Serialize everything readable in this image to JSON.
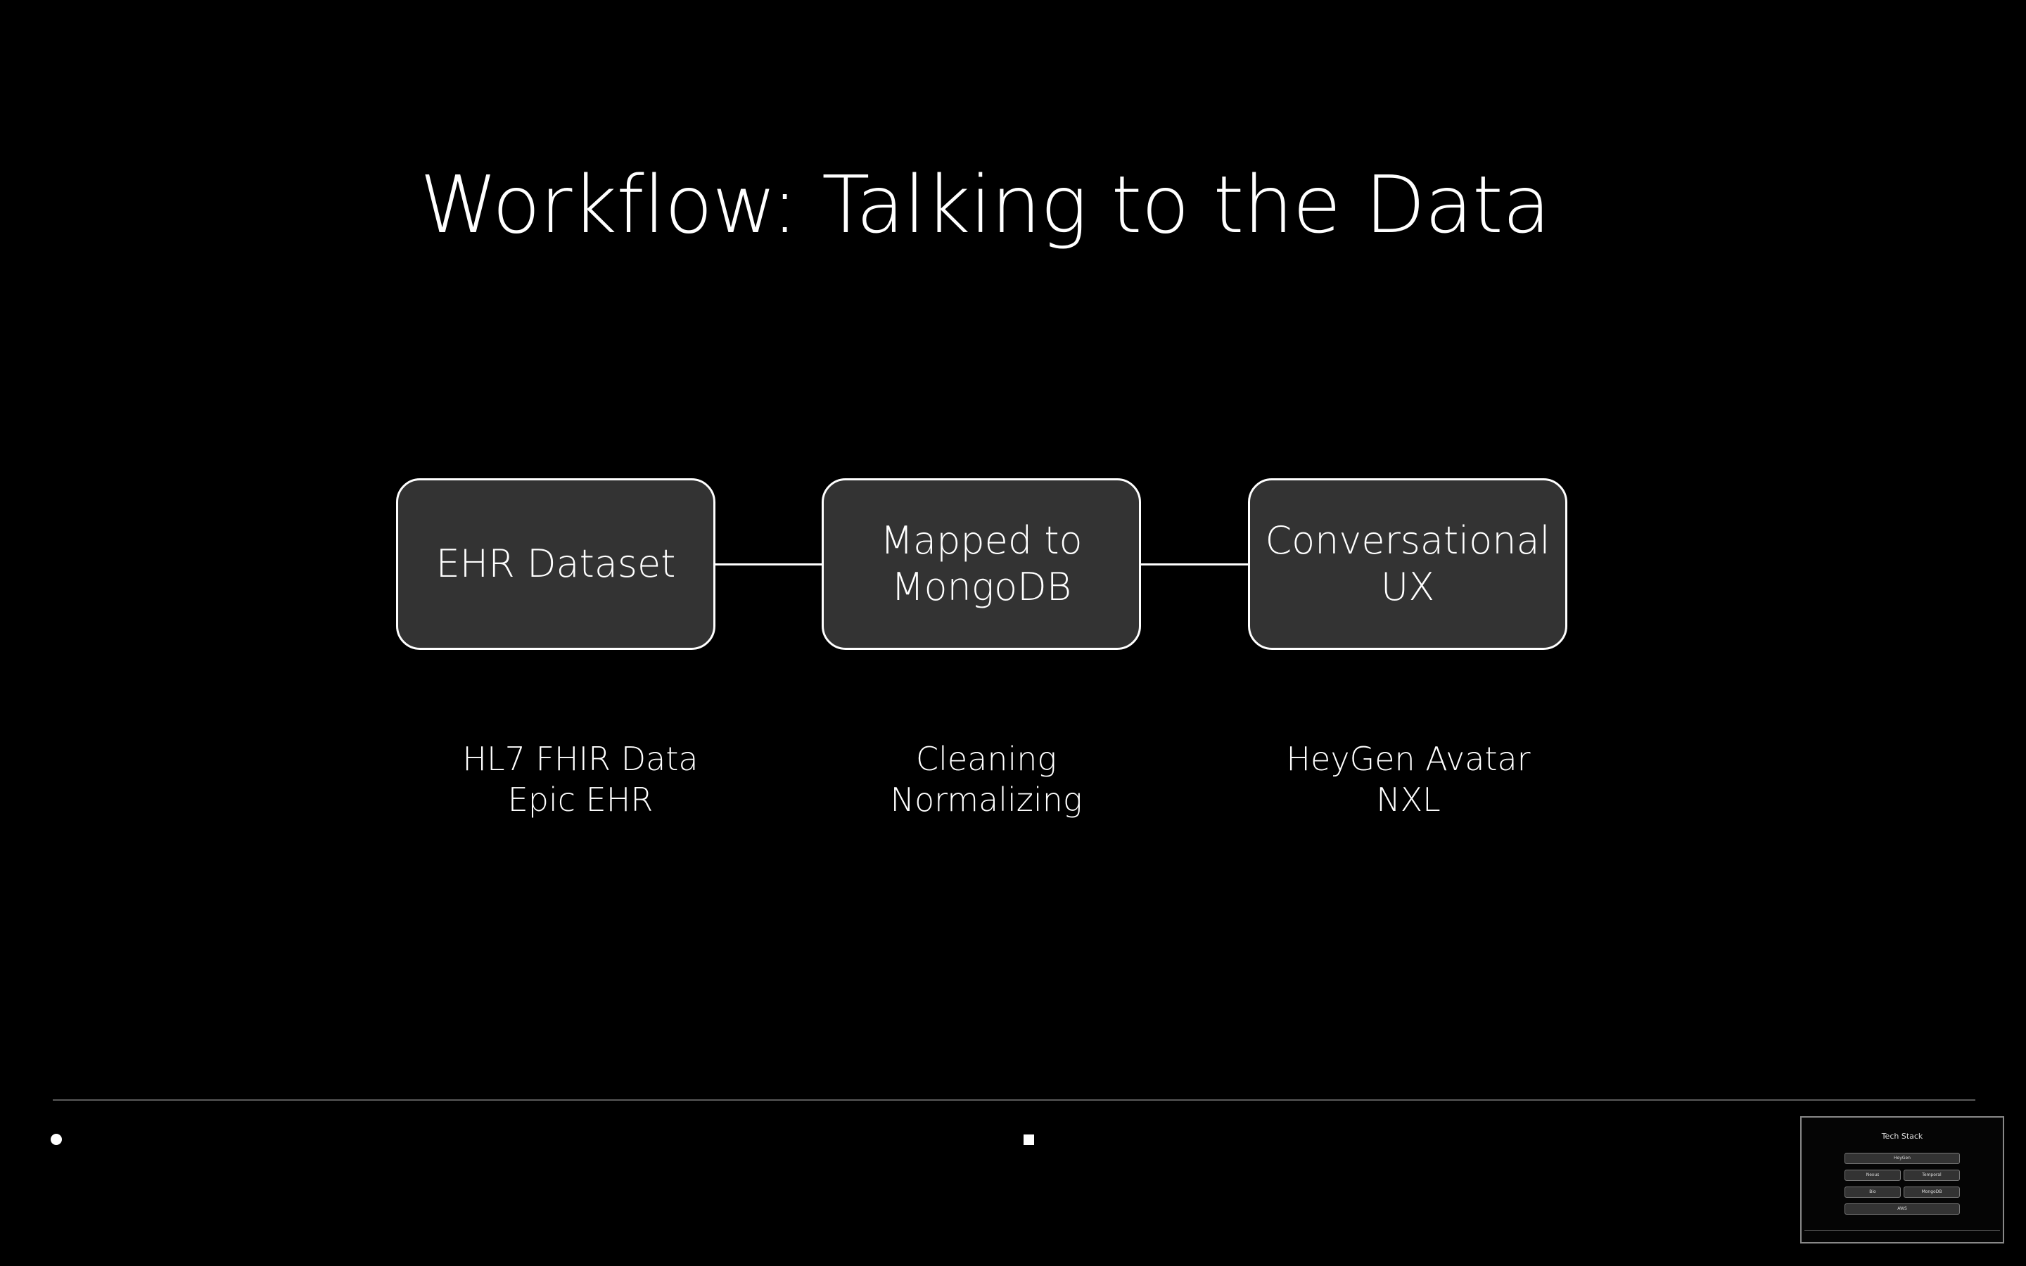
{
  "slide": {
    "title": "Workflow: Talking to the Data"
  },
  "diagram": {
    "nodes": [
      {
        "label": "EHR Dataset",
        "details": "HL7 FHIR Data\nEpic EHR"
      },
      {
        "label": "Mapped to\nMongoDB",
        "details": "Cleaning\nNormalizing"
      },
      {
        "label": "Conversational\nUX",
        "details": "HeyGen Avatar\nNXL"
      }
    ],
    "edges": [
      {
        "from": 0,
        "to": 1
      },
      {
        "from": 1,
        "to": 2
      }
    ]
  },
  "thumbnail": {
    "title": "Tech Stack",
    "chips": [
      "HeyGen",
      "Nexus",
      "Temporal",
      "Bio",
      "MongoDB",
      "AWS"
    ]
  },
  "colors": {
    "background": "#000000",
    "node_fill": "#333333",
    "node_border": "#ffffff",
    "text": "#ffffff"
  }
}
